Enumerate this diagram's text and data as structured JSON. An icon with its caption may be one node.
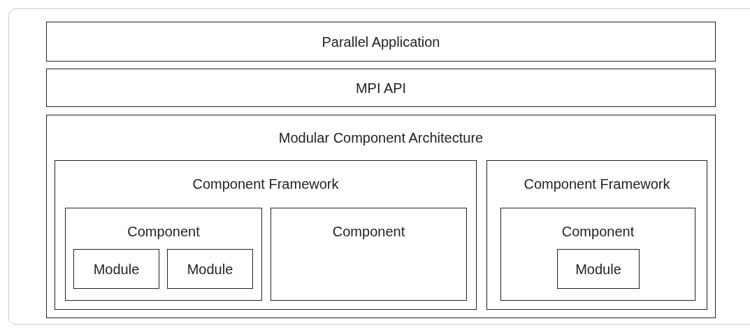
{
  "diagram": {
    "nodes": [
      {
        "text": [
          "Parallel Application"
        ]
      },
      {
        "text": [
          "MPI API"
        ]
      },
      {
        "text": [
          "Modular Component Architecture"
        ]
      },
      {
        "text": [
          "Component Framework"
        ],
        "in": 2
      },
      {
        "text": [
          "Component"
        ],
        "in": 3
      },
      {
        "text": [
          "Module"
        ],
        "in": 4
      },
      {
        "text": [
          "Module"
        ],
        "in": 4
      },
      {
        "text": [
          "Component"
        ],
        "in": 3
      },
      {
        "text": [
          "Component Framework"
        ],
        "in": 2
      },
      {
        "text": [
          "Component"
        ],
        "in": 8
      },
      {
        "text": [
          "Module"
        ],
        "in": 9
      }
    ]
  }
}
